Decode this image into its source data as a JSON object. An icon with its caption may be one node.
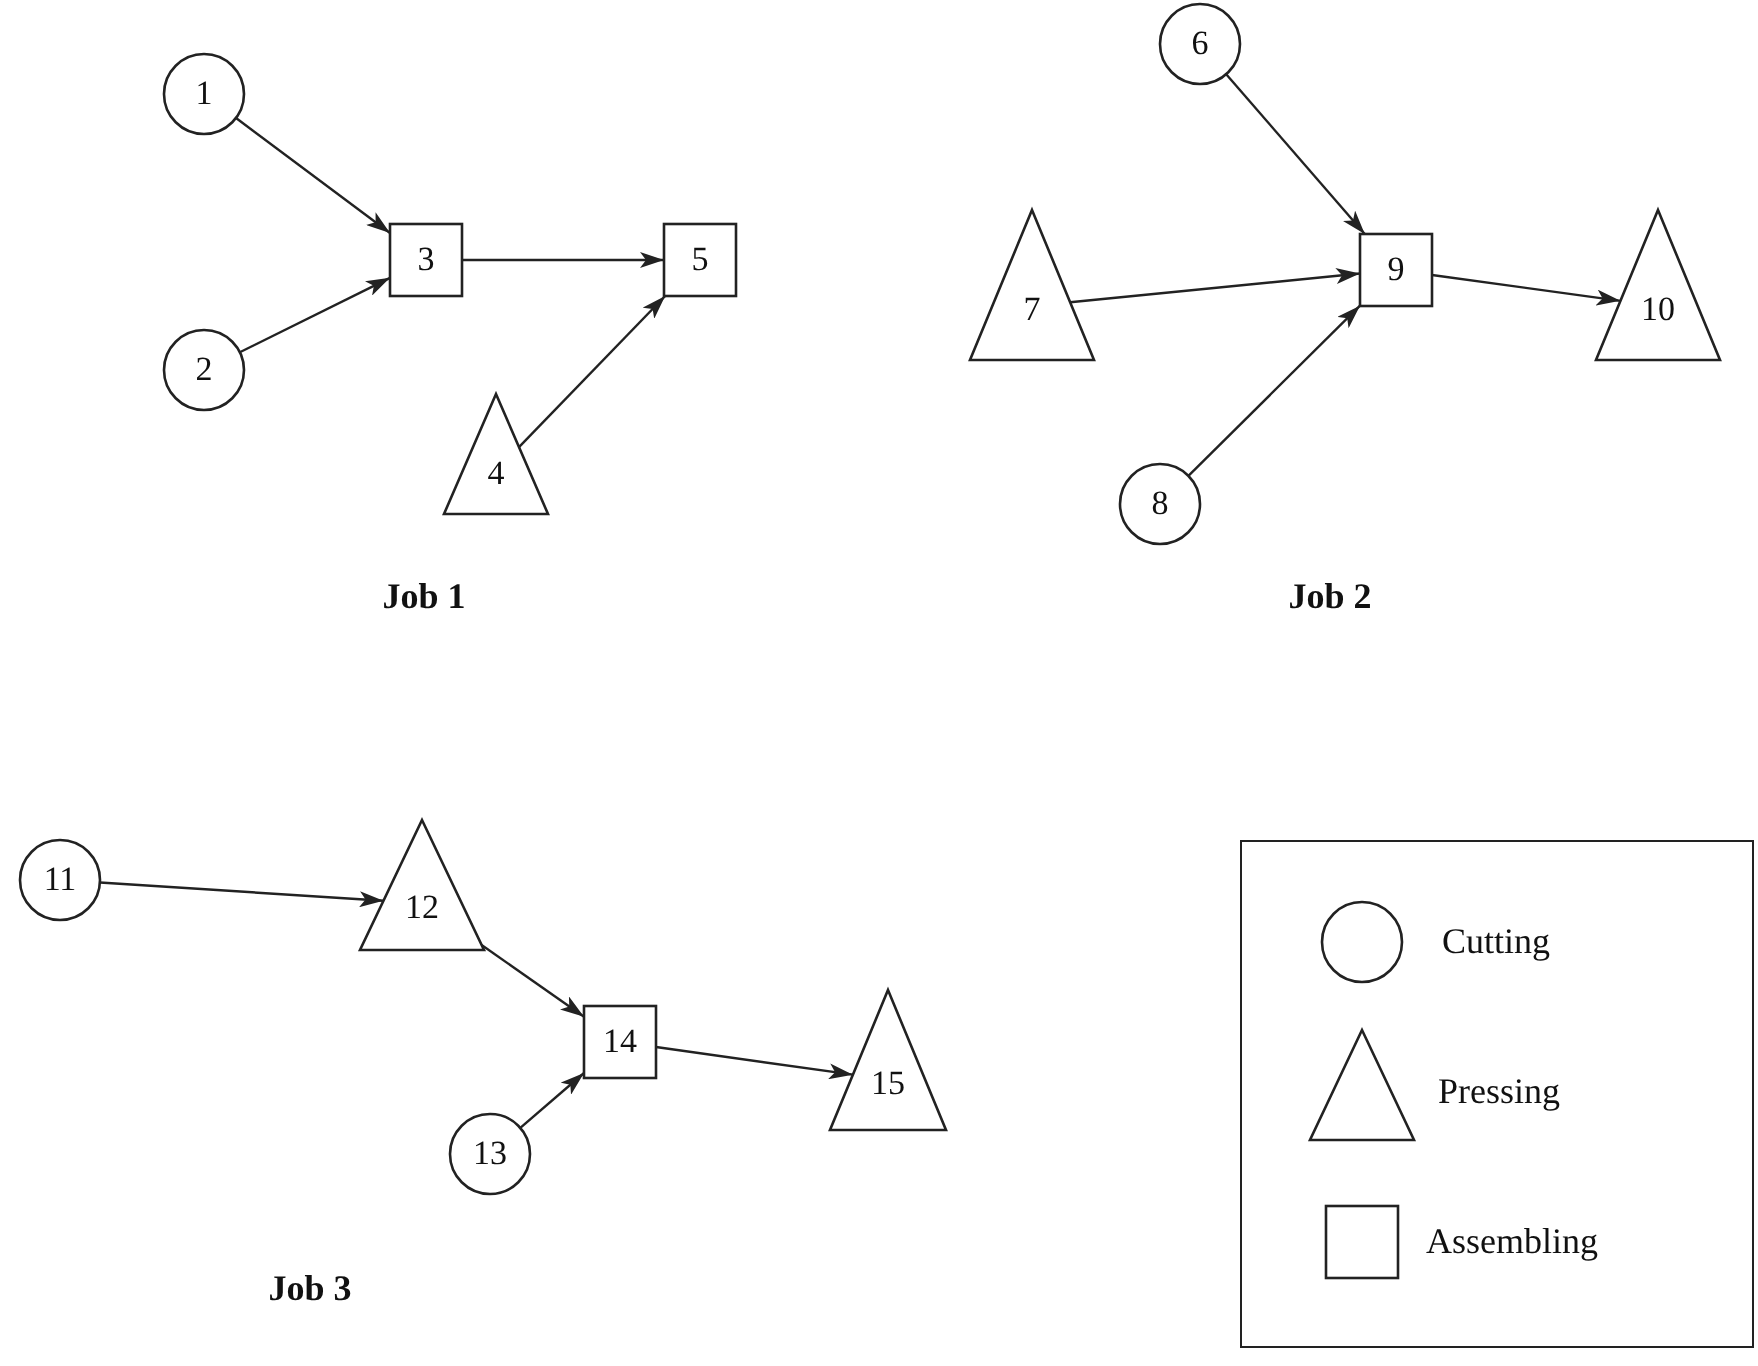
{
  "diagram": {
    "nodes": [
      {
        "text": [
          "1"
        ]
      },
      {
        "text": [
          "2"
        ]
      },
      {
        "text": [
          "3"
        ]
      },
      {
        "text": [
          "4"
        ]
      },
      {
        "text": [
          "5"
        ]
      },
      {
        "text": [
          "6"
        ]
      },
      {
        "text": [
          "7"
        ]
      },
      {
        "text": [
          "8"
        ]
      },
      {
        "text": [
          "9"
        ]
      },
      {
        "text": [
          "10"
        ]
      },
      {
        "text": [
          "11"
        ]
      },
      {
        "text": [
          "12"
        ]
      },
      {
        "text": [
          "13"
        ]
      },
      {
        "text": [
          "14"
        ]
      },
      {
        "text": [
          "15"
        ]
      }
    ],
    "edges": [
      {
        "from": 0,
        "to": 2,
        "arrow": "to"
      },
      {
        "from": 1,
        "to": 2,
        "arrow": "to"
      },
      {
        "from": 2,
        "to": 4,
        "arrow": "to"
      },
      {
        "from": 3,
        "to": 4,
        "arrow": "to"
      },
      {
        "from": 5,
        "to": 8,
        "arrow": "to"
      },
      {
        "from": 6,
        "to": 8,
        "arrow": "to"
      },
      {
        "from": 7,
        "to": 8,
        "arrow": "to"
      },
      {
        "from": 8,
        "to": 9,
        "arrow": "to"
      },
      {
        "from": 10,
        "to": 11,
        "arrow": "to"
      },
      {
        "from": 11,
        "to": 13,
        "arrow": "to"
      },
      {
        "from": 12,
        "to": 13,
        "arrow": "to"
      },
      {
        "from": 13,
        "to": 14,
        "arrow": "to"
      }
    ],
    "labels": [
      "Job 1",
      "Job 2",
      "Job 3"
    ],
    "legend": [
      {
        "text": "Cutting"
      },
      {
        "text": "Pressing"
      },
      {
        "text": "Assembling"
      }
    ]
  }
}
